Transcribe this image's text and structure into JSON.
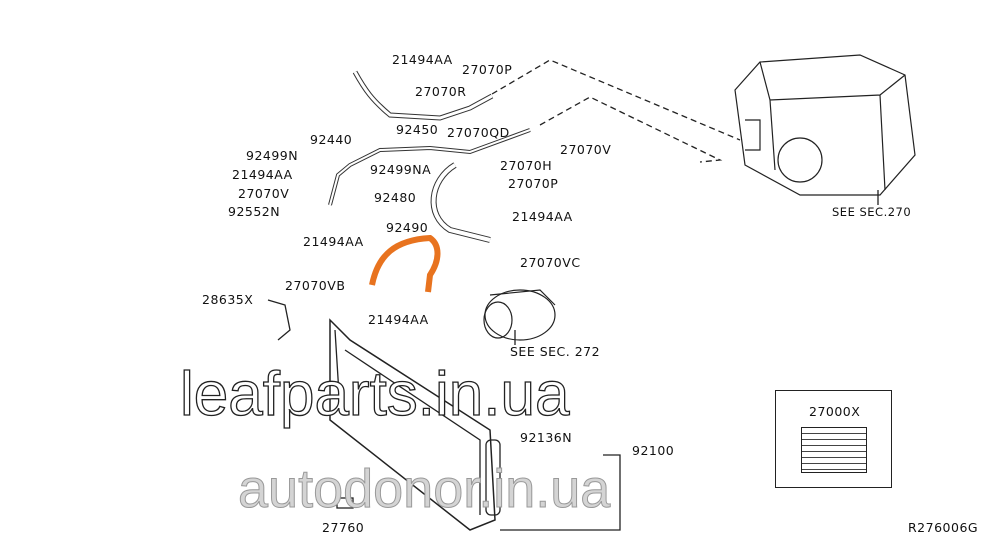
{
  "diagram": {
    "parts": [
      "21494AA",
      "27070P",
      "27070R",
      "92450",
      "27070QD",
      "27070V",
      "92440",
      "92499N",
      "27070H",
      "92499NA",
      "21494AA",
      "27070P",
      "27070V",
      "92480",
      "92552N",
      "21494AA",
      "92490",
      "21494AA",
      "27070VC",
      "28635X",
      "27070VB",
      "21494AA",
      "92136N",
      "92100",
      "27760"
    ],
    "see_sec_270": "SEE SEC.270",
    "see_sec_272": "SEE SEC. 272",
    "inset_part": "27000X",
    "diagram_code": "R276006G",
    "highlight_color": "#e8731f"
  },
  "watermarks": {
    "primary": "leafparts.in.ua",
    "secondary": "autodonor.in.ua"
  }
}
